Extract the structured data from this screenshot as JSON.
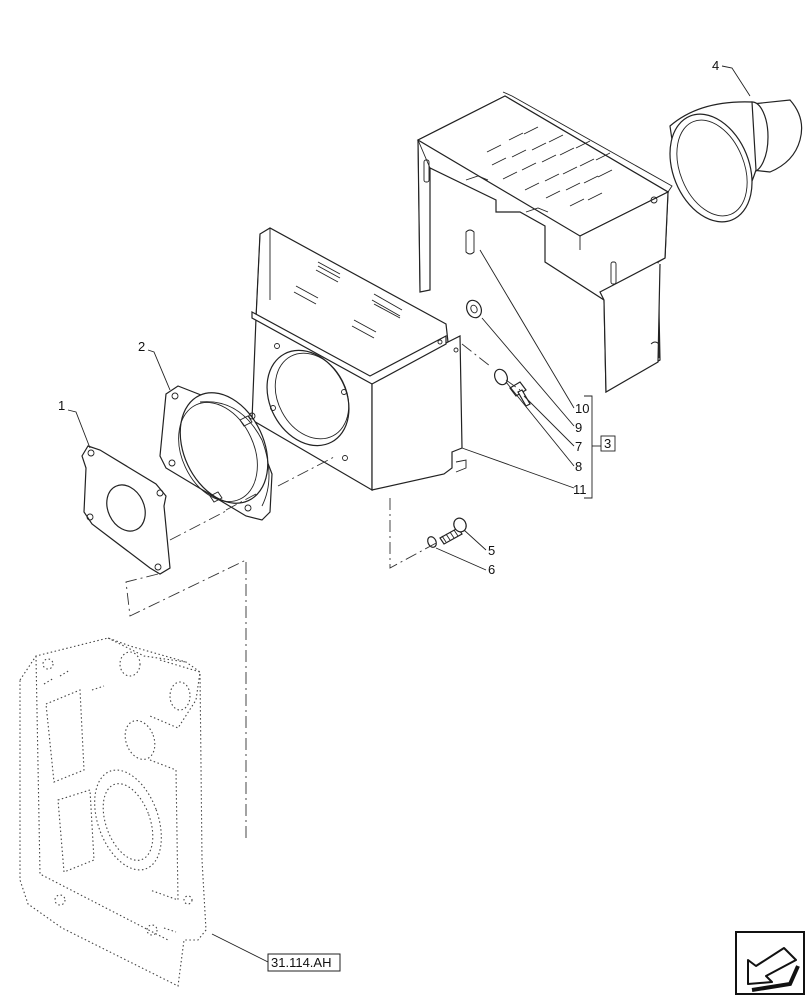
{
  "callouts": {
    "c1": "1",
    "c2": "2",
    "c3": "3",
    "c4": "4",
    "c5": "5",
    "c6": "6",
    "c7": "7",
    "c8": "8",
    "c9": "9",
    "c10": "10",
    "c11": "11"
  },
  "reference": {
    "code": "31.114.AH"
  },
  "nav_icon": "next-page-arrow-icon"
}
